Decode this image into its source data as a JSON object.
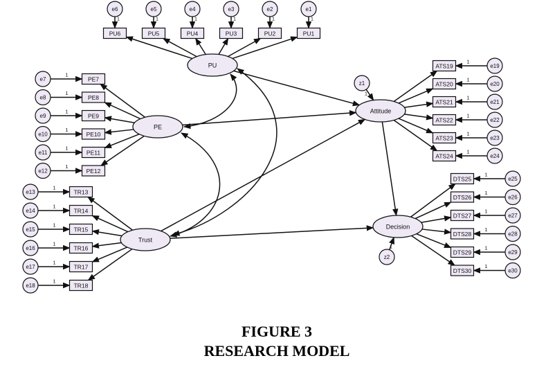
{
  "diagram": {
    "latents": [
      {
        "id": "PU",
        "label": "PU"
      },
      {
        "id": "PE",
        "label": "PE"
      },
      {
        "id": "Trust",
        "label": "Trust"
      },
      {
        "id": "Attitude",
        "label": "Attitude"
      },
      {
        "id": "Decision",
        "label": "Decision"
      }
    ],
    "disturbances": [
      {
        "id": "z1",
        "label": "z1",
        "target": "Attitude"
      },
      {
        "id": "z2",
        "label": "z2",
        "target": "Decision"
      }
    ],
    "indicators": [
      {
        "label": "PU6",
        "error": "e6",
        "latent": "PU"
      },
      {
        "label": "PU5",
        "error": "e5",
        "latent": "PU"
      },
      {
        "label": "PU4",
        "error": "e4",
        "latent": "PU"
      },
      {
        "label": "PU3",
        "error": "e3",
        "latent": "PU"
      },
      {
        "label": "PU2",
        "error": "e2",
        "latent": "PU"
      },
      {
        "label": "PU1",
        "error": "e1",
        "latent": "PU"
      },
      {
        "label": "PE7",
        "error": "e7",
        "latent": "PE"
      },
      {
        "label": "PE8",
        "error": "e8",
        "latent": "PE"
      },
      {
        "label": "PE9",
        "error": "e9",
        "latent": "PE"
      },
      {
        "label": "PE10",
        "error": "e10",
        "latent": "PE"
      },
      {
        "label": "PE11",
        "error": "e11",
        "latent": "PE"
      },
      {
        "label": "PE12",
        "error": "e12",
        "latent": "PE"
      },
      {
        "label": "TR13",
        "error": "e13",
        "latent": "Trust"
      },
      {
        "label": "TR14",
        "error": "e14",
        "latent": "Trust"
      },
      {
        "label": "TR15",
        "error": "e15",
        "latent": "Trust"
      },
      {
        "label": "TR16",
        "error": "e16",
        "latent": "Trust"
      },
      {
        "label": "TR17",
        "error": "e17",
        "latent": "Trust"
      },
      {
        "label": "TR18",
        "error": "e18",
        "latent": "Trust"
      },
      {
        "label": "ATS19",
        "error": "e19",
        "latent": "Attitude"
      },
      {
        "label": "ATS20",
        "error": "e20",
        "latent": "Attitude"
      },
      {
        "label": "ATS21",
        "error": "e21",
        "latent": "Attitude"
      },
      {
        "label": "ATS22",
        "error": "e22",
        "latent": "Attitude"
      },
      {
        "label": "ATS23",
        "error": "e23",
        "latent": "Attitude"
      },
      {
        "label": "ATS24",
        "error": "e24",
        "latent": "Attitude"
      },
      {
        "label": "DTS25",
        "error": "e25",
        "latent": "Decision"
      },
      {
        "label": "DTS26",
        "error": "e26",
        "latent": "Decision"
      },
      {
        "label": "DTS27",
        "error": "e27",
        "latent": "Decision"
      },
      {
        "label": "DTS28",
        "error": "e28",
        "latent": "Decision"
      },
      {
        "label": "DTS29",
        "error": "e29",
        "latent": "Decision"
      },
      {
        "label": "DTS30",
        "error": "e30",
        "latent": "Decision"
      }
    ],
    "paths": [
      {
        "from": "PU",
        "to": "Attitude"
      },
      {
        "from": "PE",
        "to": "Attitude"
      },
      {
        "from": "Trust",
        "to": "Attitude"
      },
      {
        "from": "Trust",
        "to": "Decision"
      },
      {
        "from": "Attitude",
        "to": "Decision"
      }
    ],
    "covariances": [
      {
        "a": "PU",
        "b": "PE"
      },
      {
        "a": "PU",
        "b": "Trust"
      },
      {
        "a": "PE",
        "b": "Trust"
      }
    ],
    "fixed_weight": "1",
    "colors": {
      "latent_fill": "#efe8f5",
      "stroke": "#111111"
    }
  },
  "caption": {
    "line1": "FIGURE 3",
    "line2": "RESEARCH MODEL"
  }
}
